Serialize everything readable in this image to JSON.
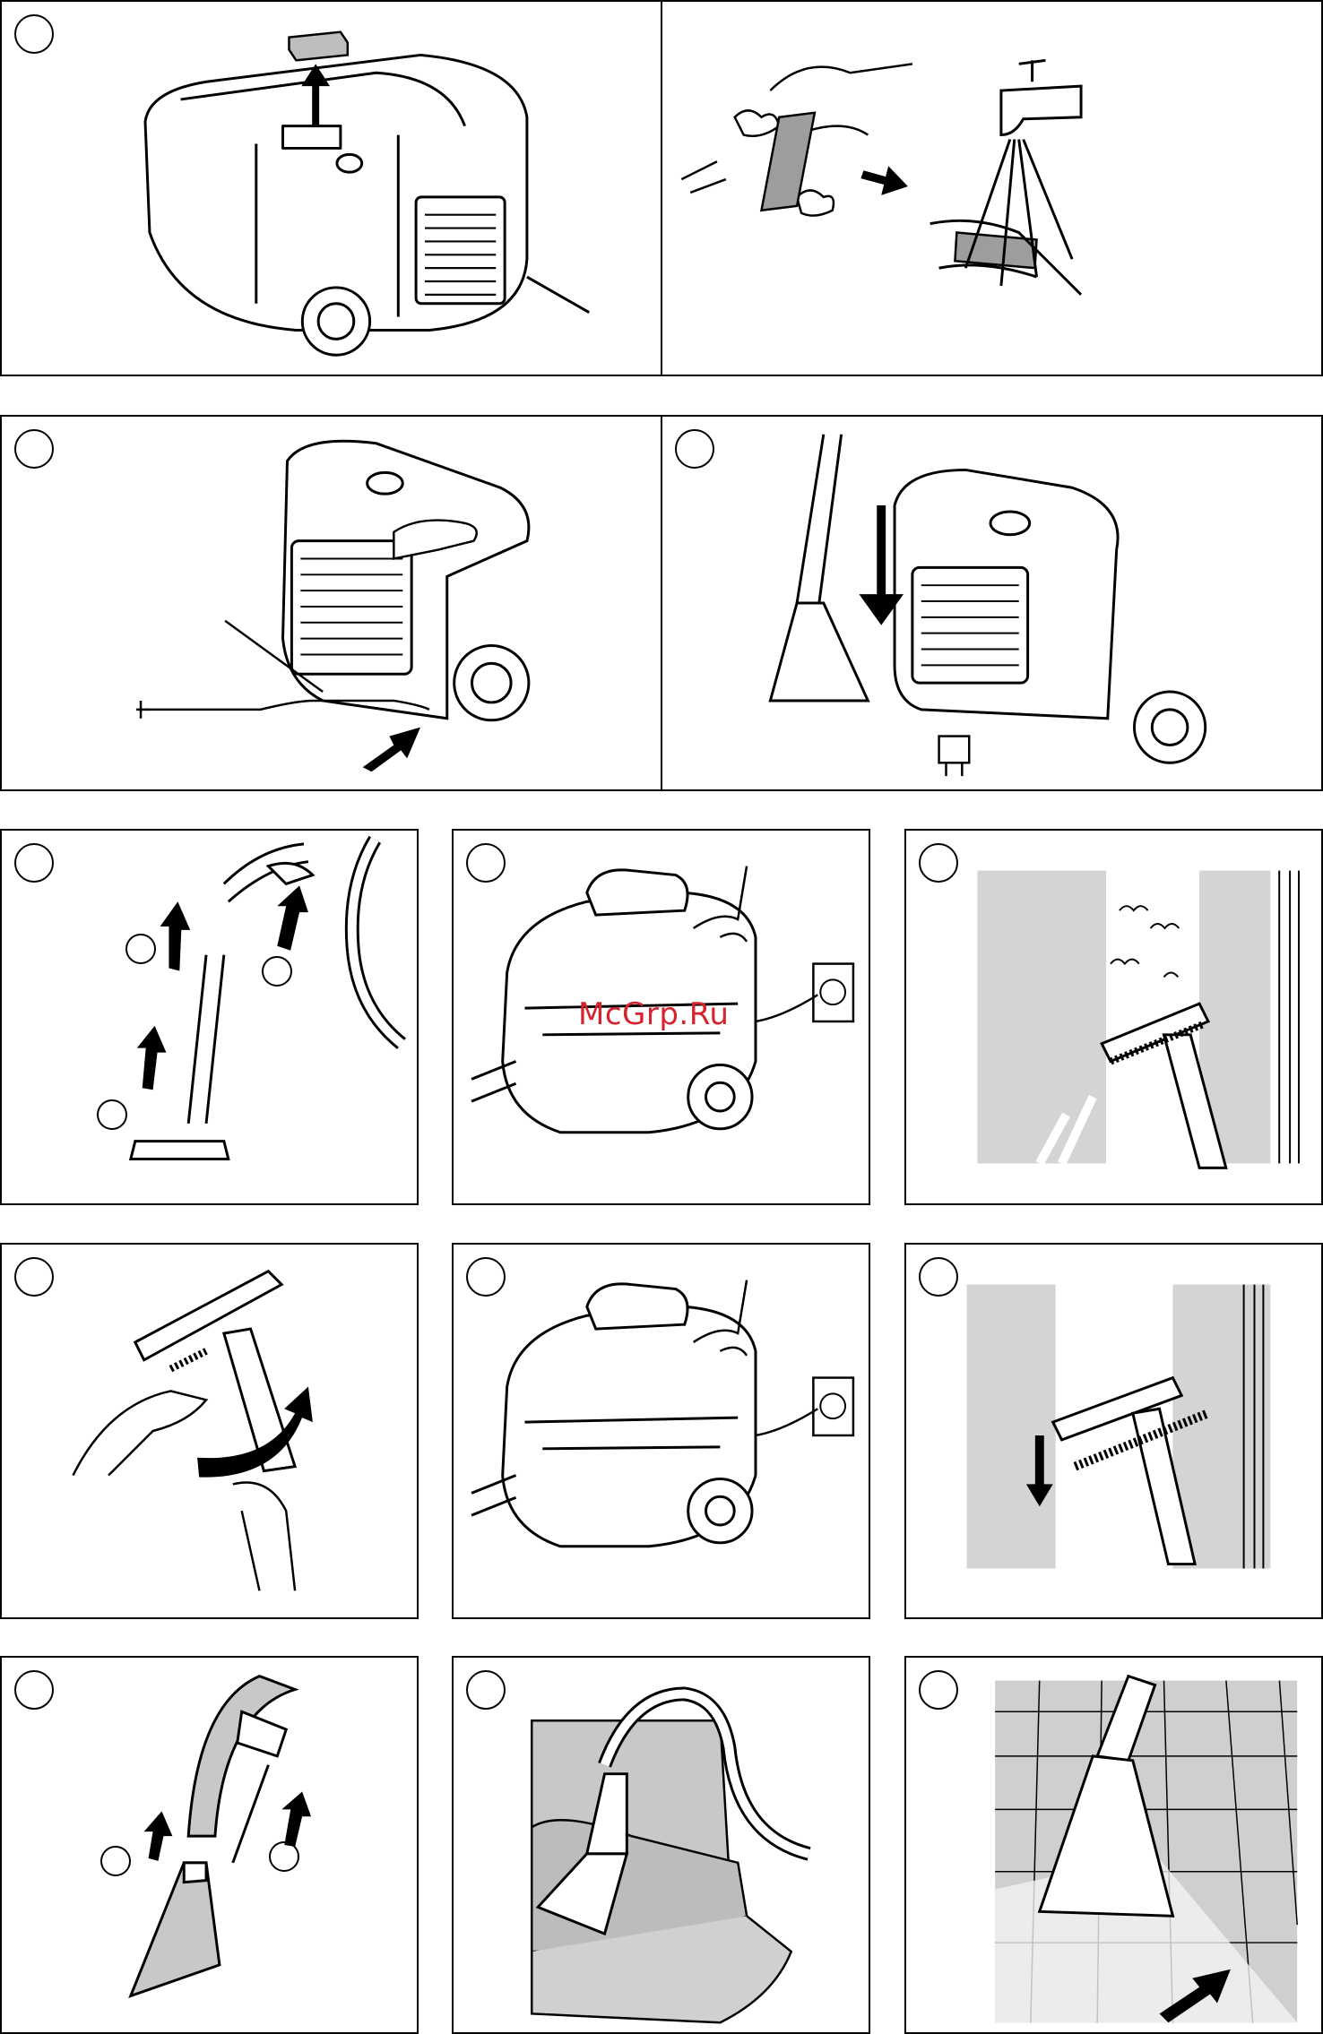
{
  "page": {
    "panel_count": 13,
    "accent_color": "#d4252e",
    "gray_fill": "#d4d4d4"
  },
  "watermark": {
    "text": "McGrp.Ru"
  },
  "panels": [
    {
      "id": "p1",
      "icons": [
        "vacuum-unit-icon",
        "filter-block-icon",
        "up-arrow-icon"
      ]
    },
    {
      "id": "p2",
      "icons": [
        "hand-icon",
        "filter-block-icon",
        "right-arrow-icon",
        "water-tap-icon"
      ]
    },
    {
      "id": "p3",
      "icons": [
        "vacuum-unit-icon",
        "hand-icon",
        "power-cord-icon",
        "right-arrow-icon"
      ]
    },
    {
      "id": "p4",
      "icons": [
        "upholstery-nozzle-icon",
        "vacuum-unit-icon",
        "down-arrow-icon",
        "power-plug-icon"
      ]
    },
    {
      "id": "p5",
      "icons": [
        "wand-tube-icon",
        "floor-nozzle-icon",
        "up-arrow-icon",
        "hose-icon"
      ]
    },
    {
      "id": "p6",
      "icons": [
        "vacuum-unit-icon",
        "hand-icon",
        "wall-socket-icon"
      ]
    },
    {
      "id": "p7",
      "icons": [
        "window-nozzle-icon",
        "spray-icon"
      ]
    },
    {
      "id": "p8",
      "icons": [
        "window-nozzle-icon",
        "hand-icon",
        "rotate-arrow-icon"
      ]
    },
    {
      "id": "p9",
      "icons": [
        "vacuum-unit-icon",
        "hand-icon",
        "wall-socket-icon"
      ]
    },
    {
      "id": "p10",
      "icons": [
        "window-nozzle-icon",
        "down-arrow-icon"
      ]
    },
    {
      "id": "p11",
      "icons": [
        "wand-tube-icon",
        "upholstery-nozzle-icon",
        "up-arrow-icon"
      ]
    },
    {
      "id": "p12",
      "icons": [
        "sofa-icon",
        "upholstery-nozzle-icon",
        "hose-icon"
      ]
    },
    {
      "id": "p13",
      "icons": [
        "tile-floor-icon",
        "upholstery-nozzle-icon",
        "right-arrow-icon"
      ]
    }
  ]
}
